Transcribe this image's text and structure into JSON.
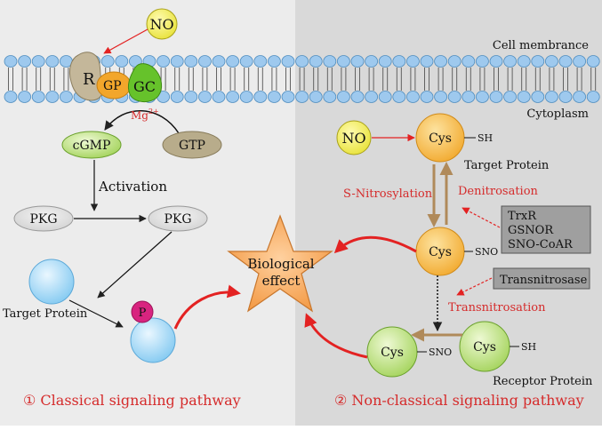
{
  "colors": {
    "left_panel_bg": "#ececec",
    "right_panel_bg": "#d9d9d9",
    "membrane_head": "#9ec9ee",
    "arrow_red": "#e32222",
    "arrow_brown": "#b08a5a",
    "label_red": "#d52b2b",
    "no_yellow": "#f2ee55",
    "cys_orange": "#f5b53a",
    "cys_green": "#b8e07a",
    "star_orange": "#f5a85a",
    "phospho_magenta": "#d8247f",
    "enzyme_box": "#9f9f9f"
  },
  "labels": {
    "no_top": "NO",
    "cell_membrane": "Cell membrance",
    "cytoplasm": "Cytoplasm",
    "receptor": "R",
    "gp": "GP",
    "gc": "GC",
    "mg": "Mg",
    "mg_sup": "2+",
    "cgmp": "cGMP",
    "gtp": "GTP",
    "activation": "Activation",
    "pkg_left": "PKG",
    "pkg_right": "PKG",
    "target_protein_left": "Target Protein",
    "phospho": "P",
    "biological_effect_line1": "Biological",
    "biological_effect_line2": "effect",
    "classical_pathway": "① Classical signaling pathway",
    "nonclassical_pathway": "② Non-classical signaling pathway",
    "no_right": "NO",
    "cys": "Cys",
    "sh": "SH",
    "sno": "SNO",
    "target_protein_right": "Target Protein",
    "s_nitrosylation": "S-Nitrosylation",
    "denitrosation": "Denitrosation",
    "trxr": "TrxR",
    "gsnor": "GSNOR",
    "sno_coar": "SNO-CoAR",
    "transnitrosase": "Transnitrosase",
    "transnitrosation": "Transnitrosation",
    "receptor_protein": "Receptor Protein"
  }
}
